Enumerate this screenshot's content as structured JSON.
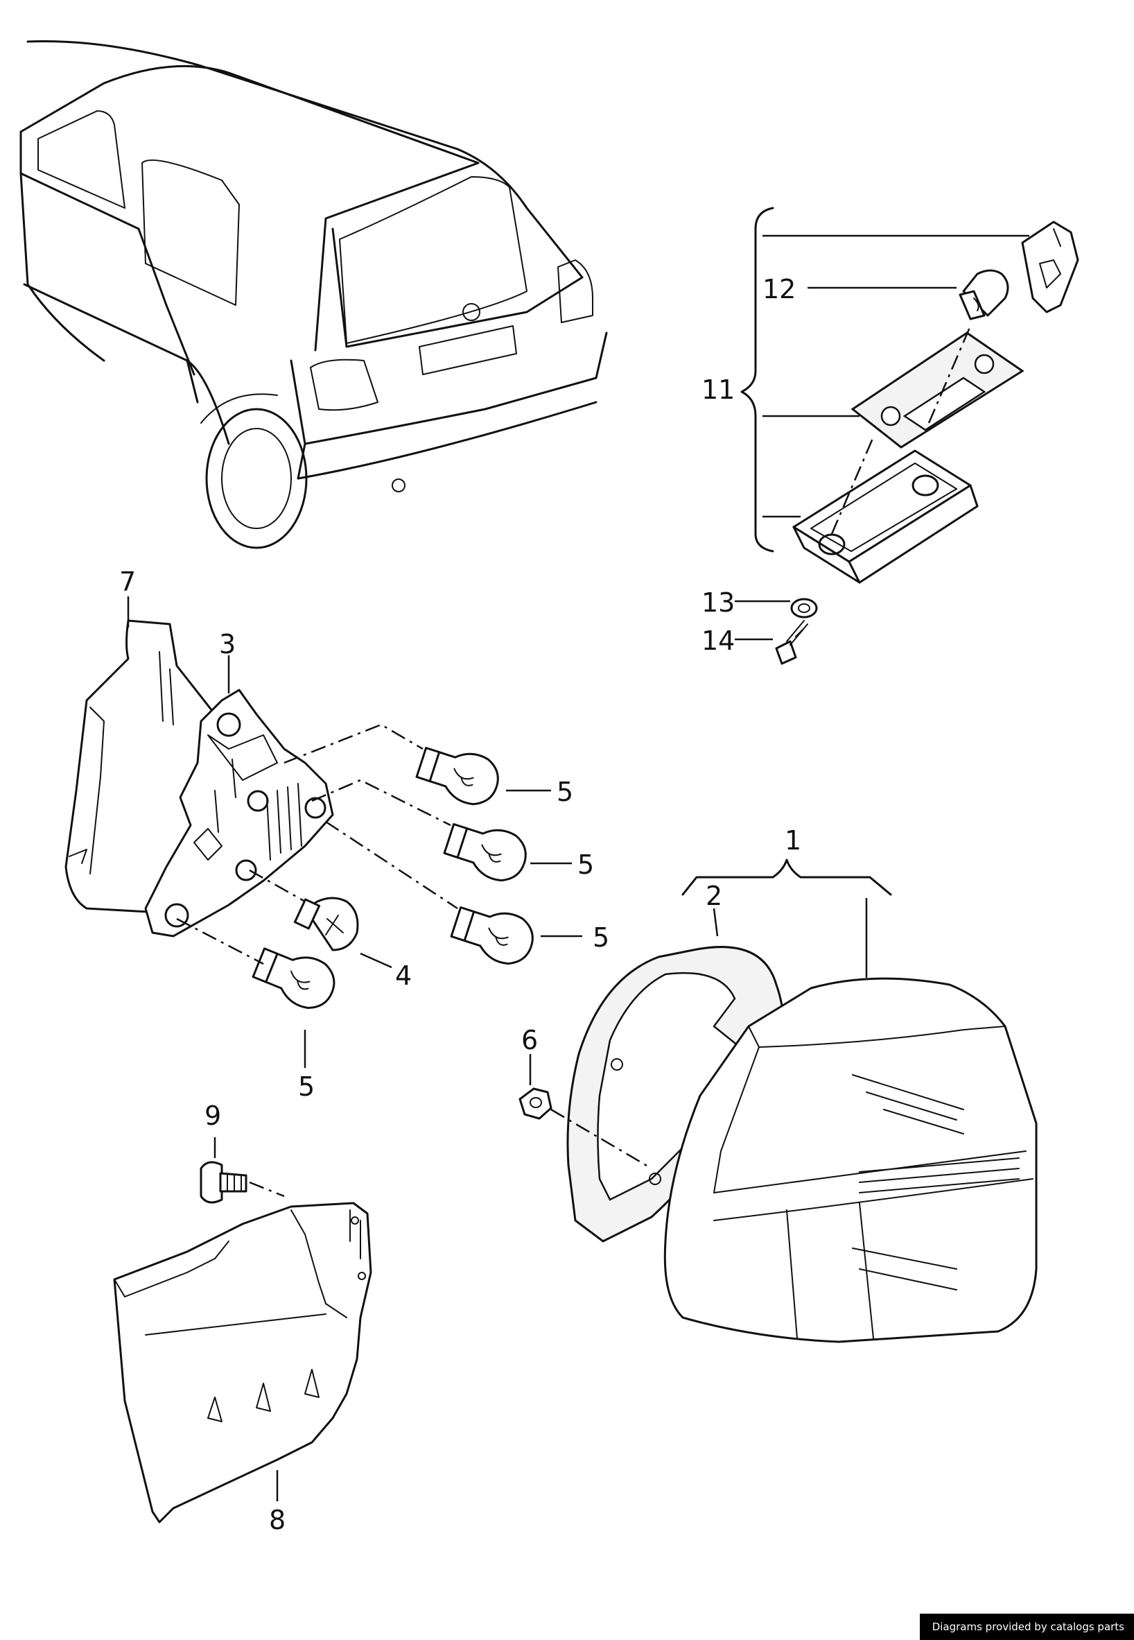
{
  "callouts": {
    "c1": "1",
    "c2": "2",
    "c3": "3",
    "c4": "4",
    "c5a": "5",
    "c5b": "5",
    "c5c": "5",
    "c5d": "5",
    "c6": "6",
    "c7": "7",
    "c8": "8",
    "c9": "9",
    "c11": "11",
    "c12": "12",
    "c13": "13",
    "c14": "14"
  },
  "footer": {
    "credit": "Diagrams provided by catalogs parts"
  }
}
